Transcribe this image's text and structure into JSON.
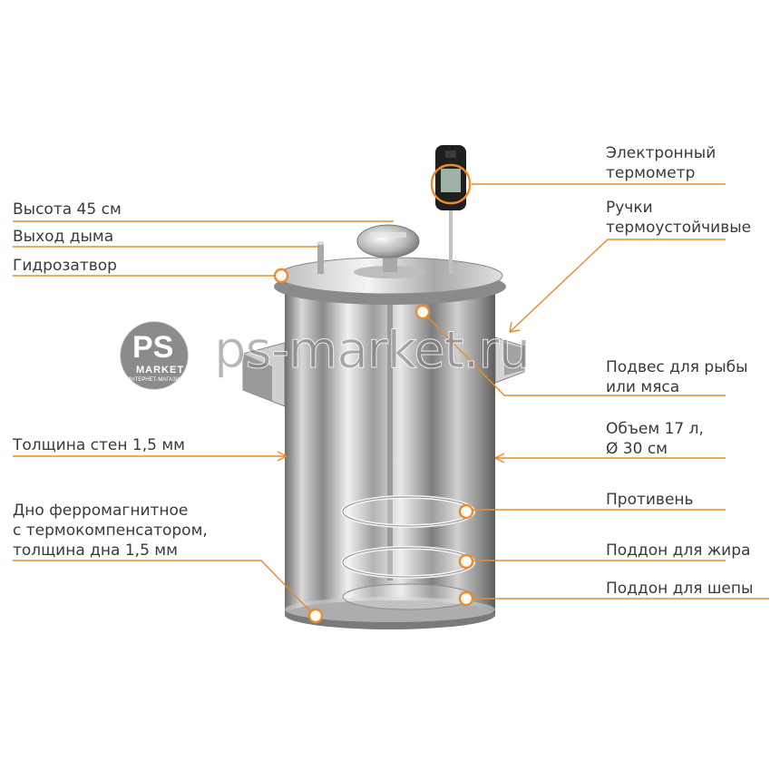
{
  "accent_color": "#f08a24",
  "watermark": {
    "logo_text": "PS",
    "logo_sub": "MARKET",
    "logo_tag": "ИНТЕРНЕТ-МАГАЗИН",
    "site": "ps-market.ru"
  },
  "labels": {
    "height": "Высота 45 см",
    "smoke_outlet": "Выход дыма",
    "water_seal": "Гидрозатвор",
    "wall_thickness": "Толщина стен 1,5 мм",
    "bottom": "Дно ферромагнитное\nс термокомпенсатором,\nтолщина дна 1,5 мм",
    "thermometer": "Электронный\nтермометр",
    "handles": "Ручки\nтермоустойчивые",
    "hanger": "Подвес для рыбы\nили мяса",
    "volume": "Объем 17 л,\nØ 30 см",
    "tray": "Противень",
    "fat_pan": "Поддон для жира",
    "chips_pan": "Поддон для шепы"
  }
}
